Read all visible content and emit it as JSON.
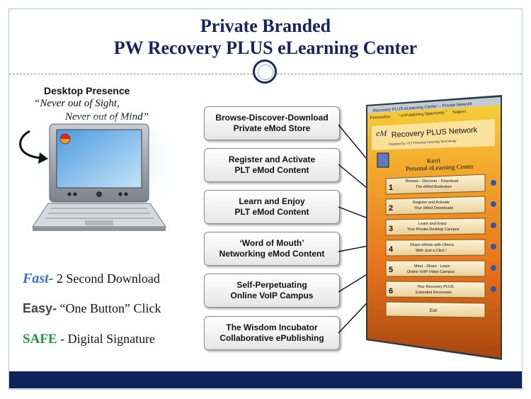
{
  "header": {
    "line1": "Private Branded",
    "line2": "PW Recovery PLUS eLearning Center"
  },
  "desktop": {
    "title": "Desktop Presence",
    "quote1": "“Never out of Sight,",
    "quote2": "Never out of Mind”"
  },
  "features": [
    {
      "key": "Fast-",
      "text": " 2 Second Download"
    },
    {
      "key": "Easy-",
      "text": " “One Button” Click"
    },
    {
      "key": "SAFE",
      "text": " - Digital Signature"
    }
  ],
  "callouts": [
    {
      "l1": "Browse-Discover-Download",
      "l2": "Private eMod Store"
    },
    {
      "l1": "Register and Activate",
      "l2": "PLT eMod Content"
    },
    {
      "l1": "Learn and Enjoy",
      "l2": "PLT eMod Content"
    },
    {
      "l1": "‘Word of Mouth’",
      "l2": "Networking eMod Content"
    },
    {
      "l1": "Self-Perpetuating",
      "l2": "Online VoIP Campus"
    },
    {
      "l1": "The Wisdom Incubator",
      "l2": "Collaborative ePublishing"
    }
  ],
  "app": {
    "window_title": "Recovery PLUS eLearning Center -- Private Network",
    "menu": [
      "Personalize",
      "“ eVPublishing Opportunity ”",
      "Support"
    ],
    "logo_text": "Recovery PLUS Network",
    "powered_by": "Powered by: PLT Personal Learning Technology",
    "user_name": "Kerri",
    "center_label": "Personal eLearning Center",
    "buttons": [
      {
        "num": "1",
        "l1": "Browse - Discover - Download",
        "l2": "The eMod Bookstore"
      },
      {
        "num": "2",
        "l1": "Register and Activate",
        "l2": "Your eMod Downloads"
      },
      {
        "num": "3",
        "l1": "Learn and Enjoy",
        "l2": "Your Private Desktop Campus"
      },
      {
        "num": "4",
        "l1": "Share eMods with Others",
        "l2": "With Just a Click !"
      },
      {
        "num": "5",
        "l1": "Meet - Share - Learn",
        "l2": "Online VoIP-Video Campus"
      },
      {
        "num": "6",
        "l1": "Your Recovery PLUS",
        "l2": "Extended Recourses"
      }
    ],
    "exit_label": "Exit"
  },
  "colors": {
    "navy": "#17245c",
    "footer": "#0d2359",
    "fast": "#3b6fc6",
    "safe": "#1d9a3a",
    "app_orange": "#e8731c"
  }
}
